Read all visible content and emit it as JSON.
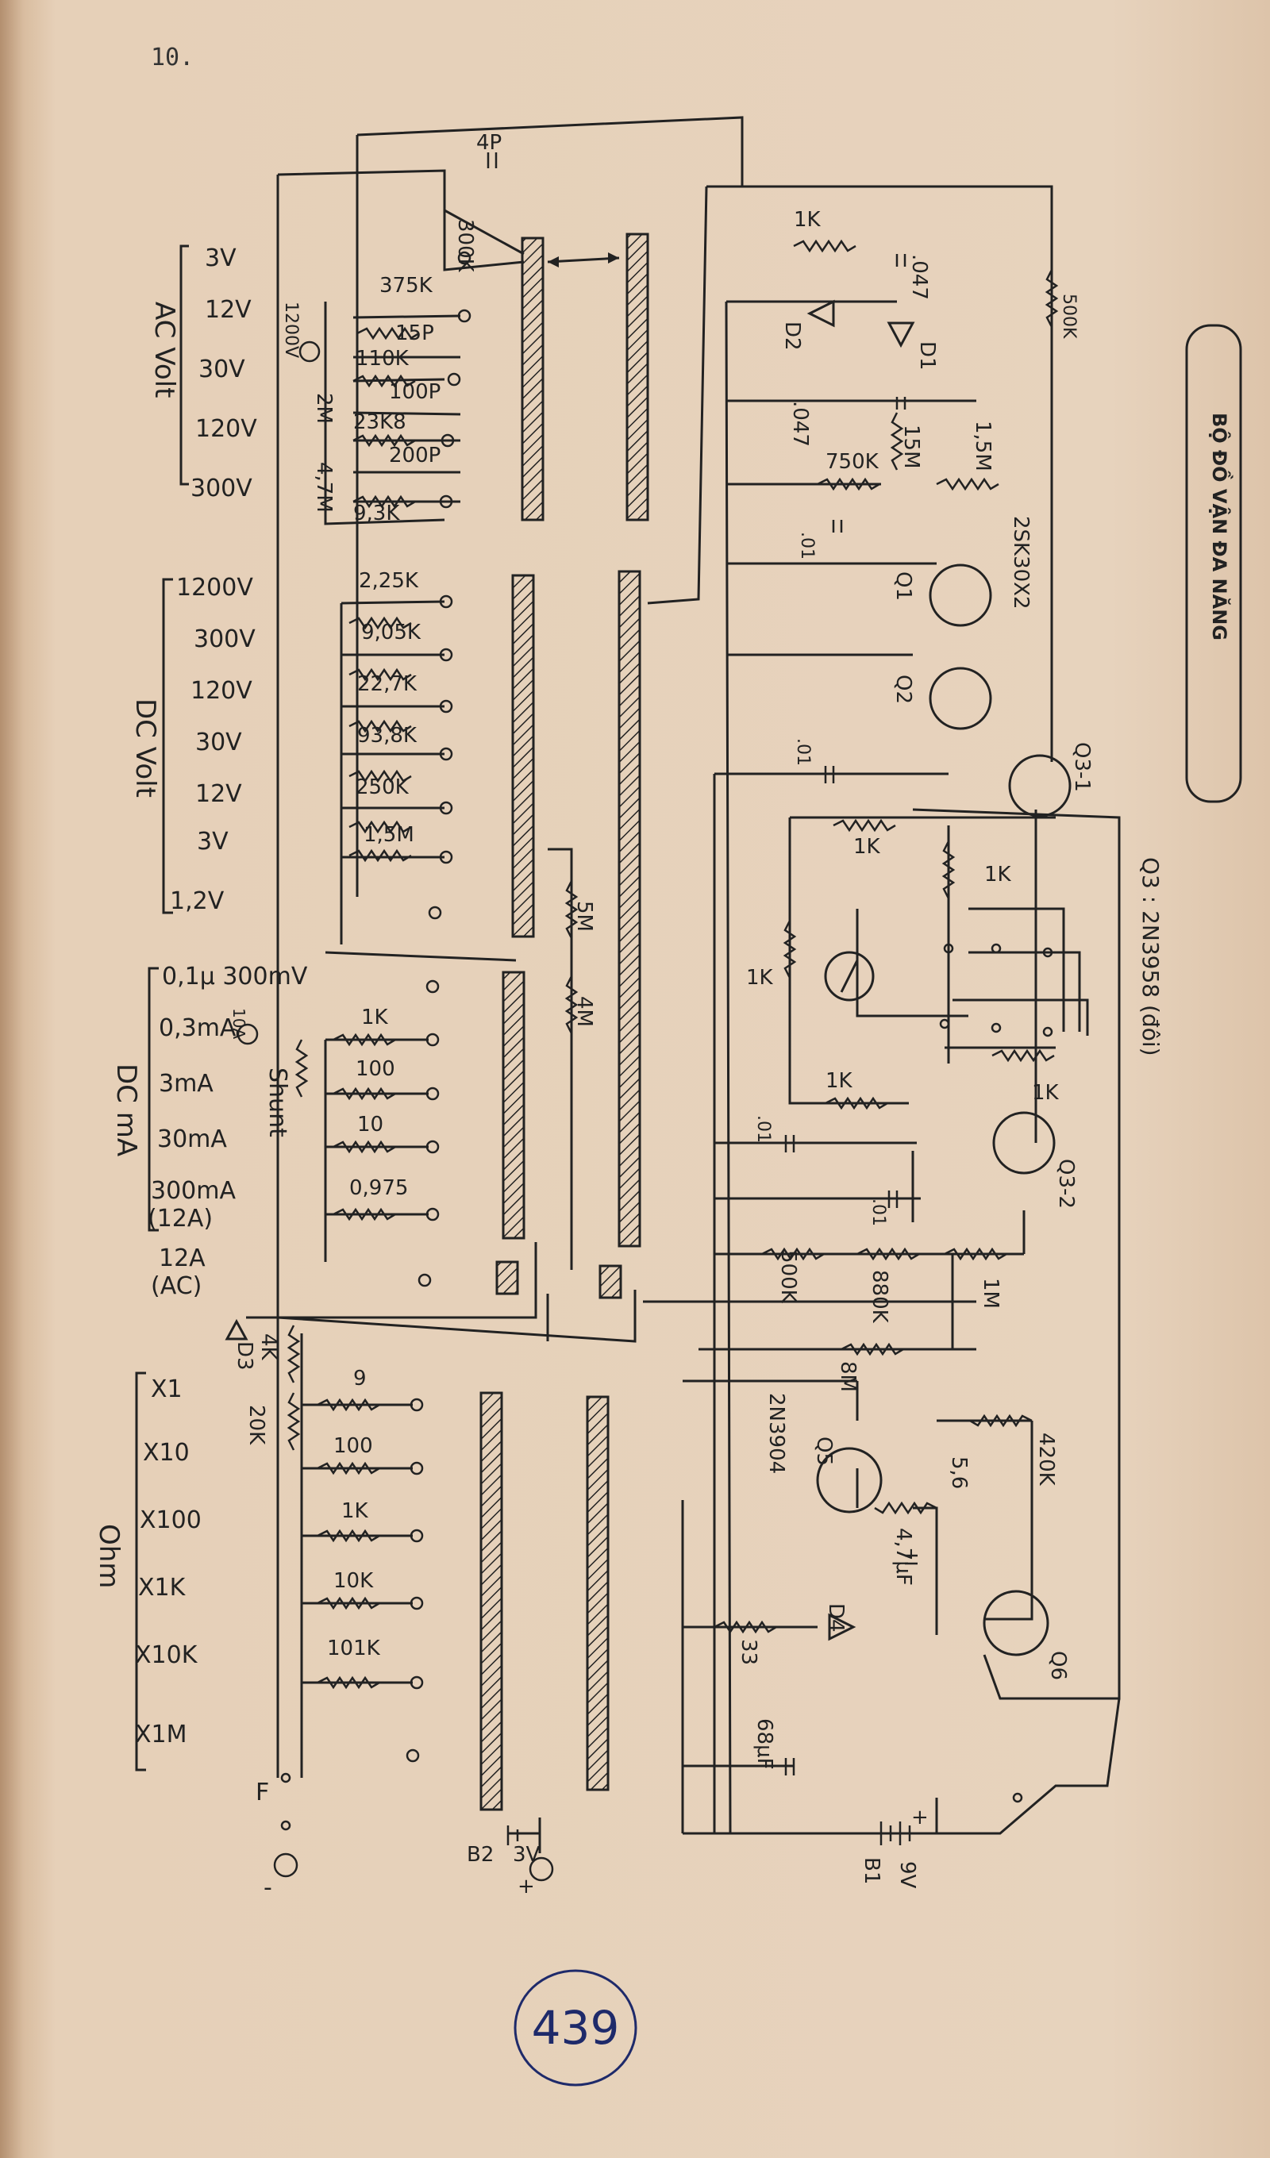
{
  "page_number": "10.",
  "stamp_number": "439",
  "title": "BỘ ĐỒ VẬN ĐA NĂNG",
  "q3_note": "Q3 : 2N3958 (đôi)",
  "groups": {
    "ac_volt": "AC Volt",
    "dc_volt": "DC Volt",
    "dc_ma": "DC mA",
    "ohm": "Ohm"
  },
  "ranges": {
    "ac": [
      "3V",
      "12V",
      "30V",
      "120V",
      "300V"
    ],
    "dc": [
      "1200V",
      "300V",
      "120V",
      "30V",
      "12V",
      "3V",
      "1,2V"
    ],
    "ma": [
      "0,1μ 300mV",
      "0,3mA",
      "3mA",
      "30mA",
      "300mA",
      "(12A)",
      "12A",
      "(AC)"
    ],
    "ohm": [
      "X1",
      "X10",
      "X100",
      "X1K",
      "X10K",
      "X1M"
    ]
  },
  "components": {
    "ac_res": [
      "375K",
      "110K",
      "23K8",
      "9,3K"
    ],
    "ac_caps": [
      "4P",
      "15P",
      "100P",
      "200P"
    ],
    "ac_misc": [
      "300K",
      "1200V",
      "2M",
      "4,7M"
    ],
    "dc_res": [
      "2,25K",
      "9,05K",
      "22,7K",
      "93,8K",
      "250K",
      "1,5M"
    ],
    "ma_res": [
      "1K",
      "100",
      "10",
      "0,975"
    ],
    "shunt": "Shunt",
    "ohm_res": [
      "9",
      "100",
      "1K",
      "10K",
      "101K"
    ],
    "left_misc": [
      "10A",
      "D3",
      "4K",
      "20K",
      "F",
      "-",
      "B2",
      "3V",
      "+"
    ],
    "series_res": [
      "5M",
      "4M"
    ],
    "right_top": [
      "1K",
      ".047",
      "D2",
      "D1",
      "500K",
      ".047",
      "15M",
      "750K",
      "1,5M",
      ".01",
      "2SK30X2"
    ],
    "transistors": [
      "Q1",
      "Q2",
      "Q3-1",
      "Q3-2",
      "Q5",
      "Q6"
    ],
    "meter_res": [
      "1K",
      "1K",
      "1K",
      "1K",
      "1K"
    ],
    "caps_mid": [
      ".01",
      ".01",
      ".01"
    ],
    "bottom": [
      "500K",
      "880K",
      "1M",
      "8M",
      "420K",
      "2N3904",
      "5,6",
      "4,7μF",
      "D4",
      "33",
      "68μF",
      "B1",
      "9V",
      "+"
    ]
  }
}
